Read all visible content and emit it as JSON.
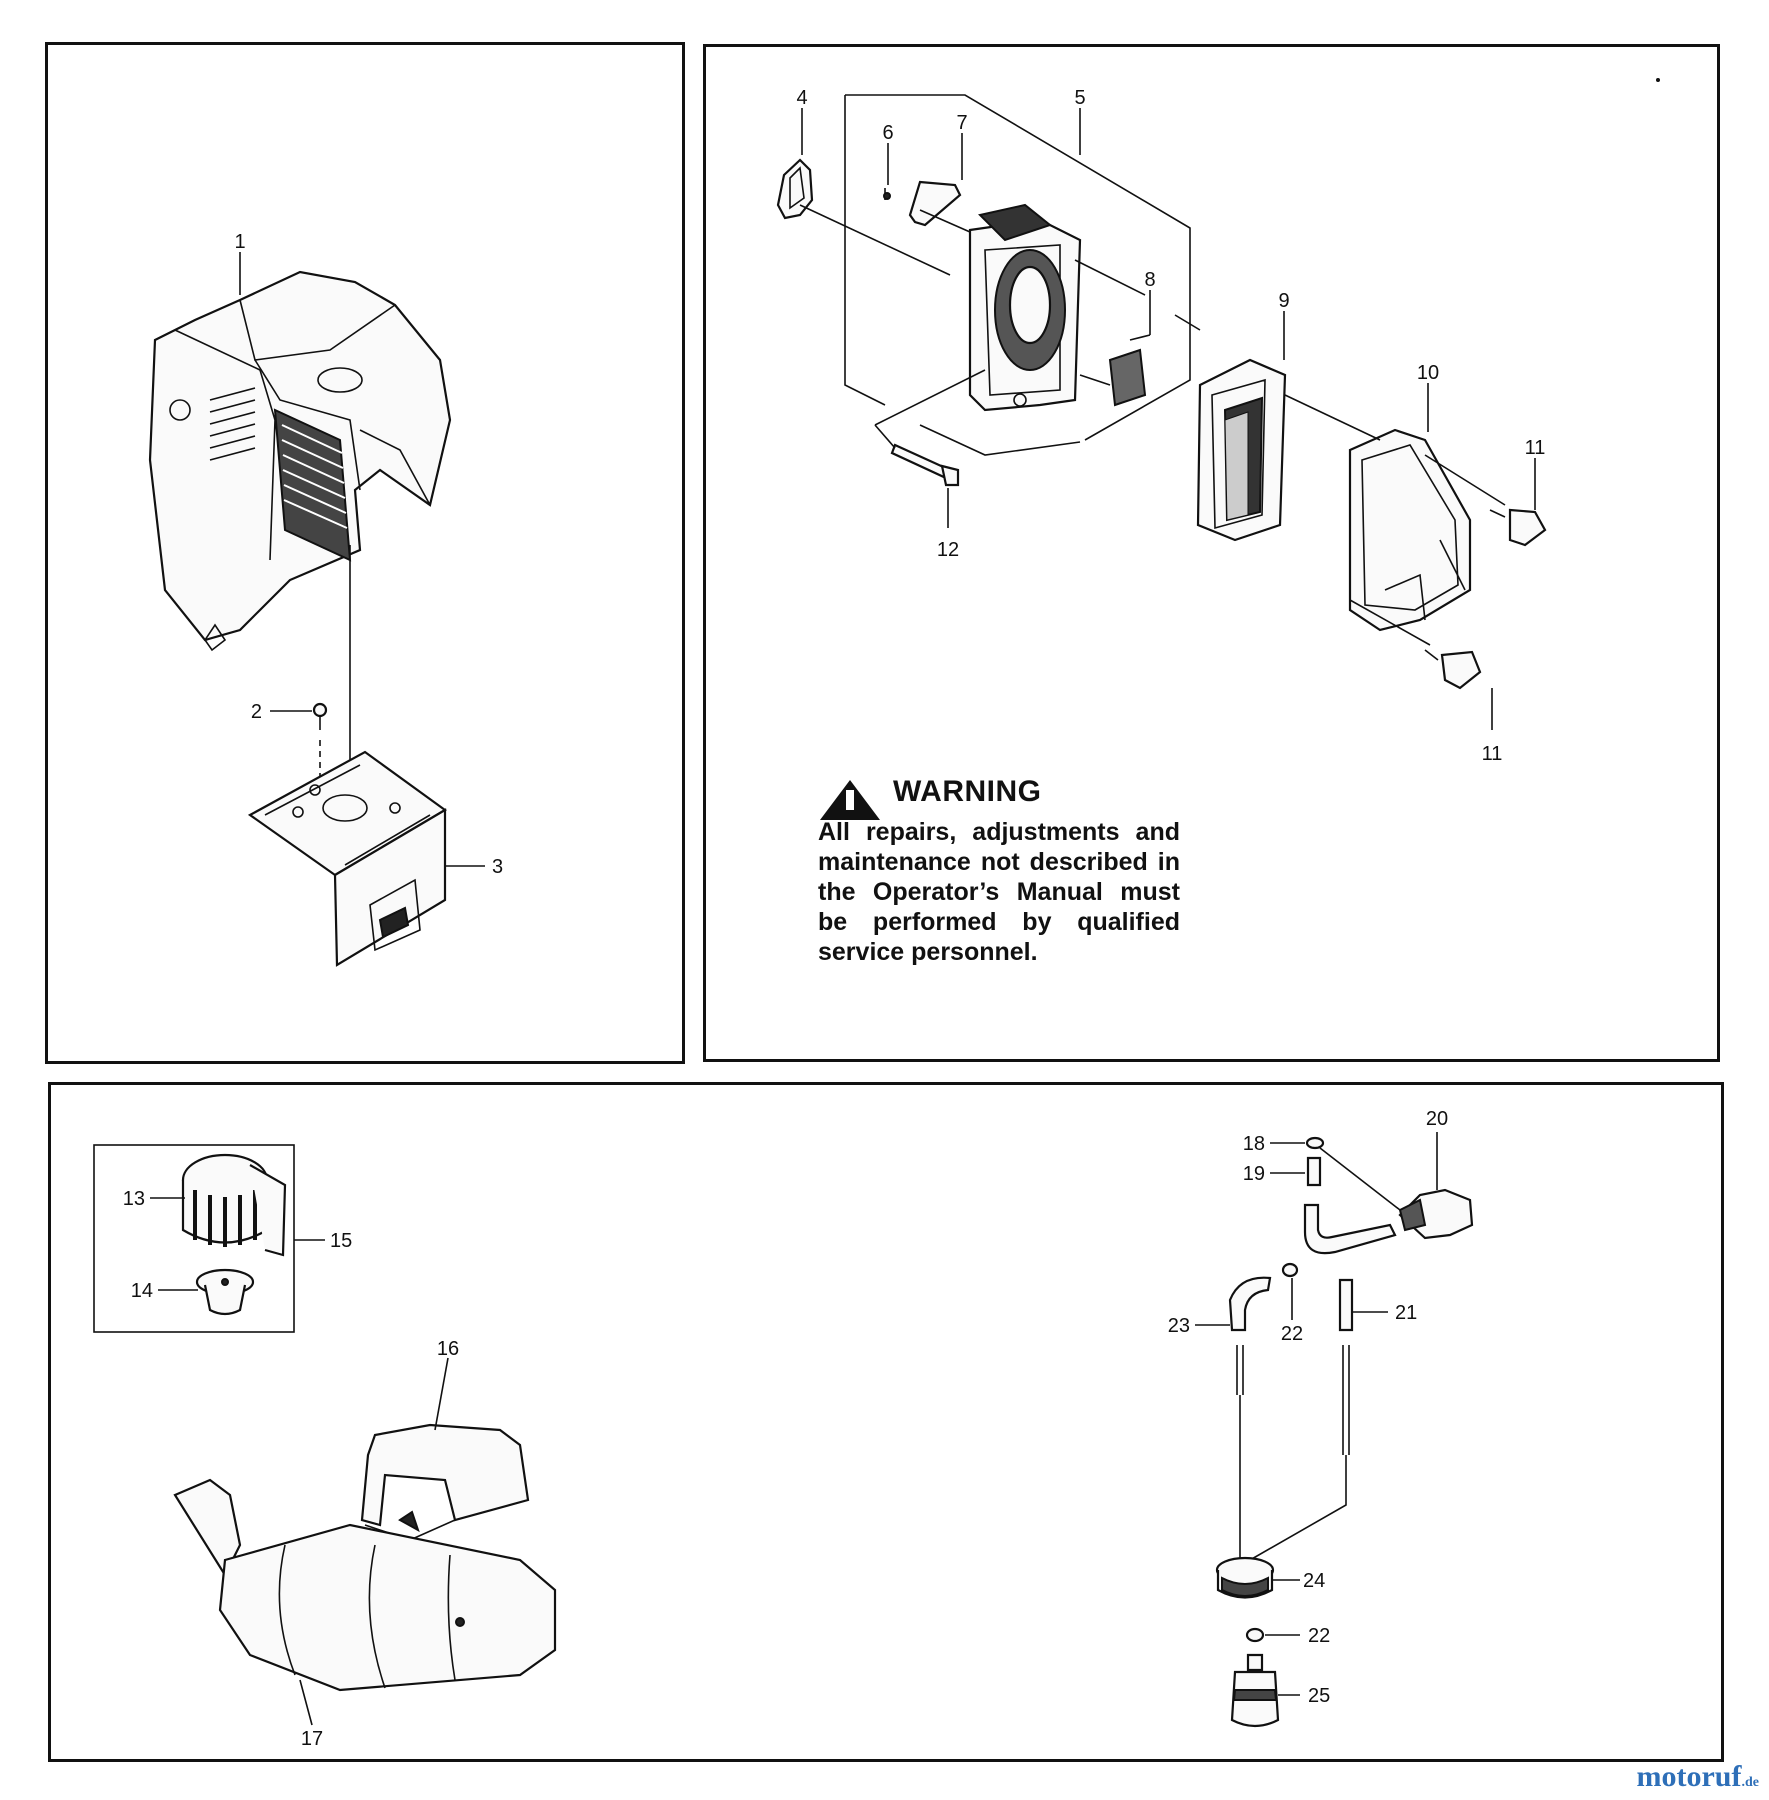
{
  "labels": {
    "p1": "1",
    "p2": "2",
    "p3": "3",
    "p4": "4",
    "p5": "5",
    "p6": "6",
    "p7": "7",
    "p8": "8",
    "p9": "9",
    "p10": "10",
    "p11a": "11",
    "p11b": "11",
    "p12": "12",
    "p13": "13",
    "p14": "14",
    "p15": "15",
    "p16": "16",
    "p17": "17",
    "p18": "18",
    "p19": "19",
    "p20": "20",
    "p21": "21",
    "p22a": "22",
    "p22b": "22",
    "p23": "23",
    "p24": "24",
    "p25": "25"
  },
  "warning": {
    "title": "WARNING",
    "text": "All repairs, adjustments and maintenance not described in the Operator’s Manual must be performed by qualified service personnel."
  },
  "watermark": {
    "brand": "motoruf",
    "tld": ".de",
    "color": "#2e6fb8"
  }
}
